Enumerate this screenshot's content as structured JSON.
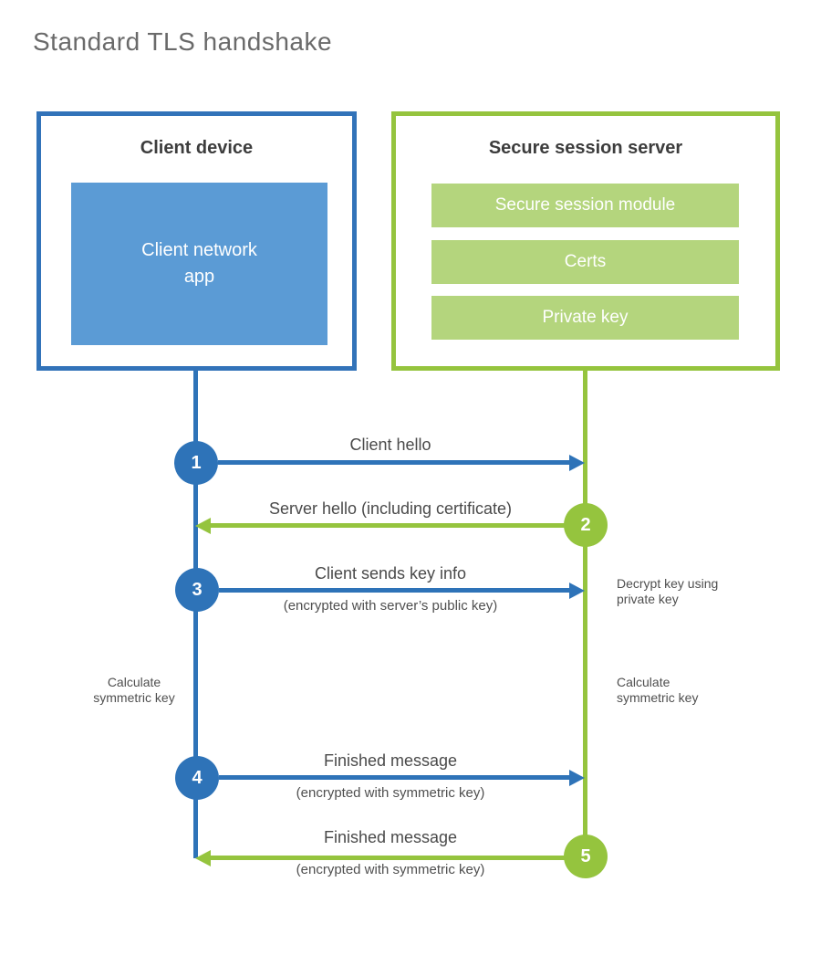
{
  "title": "Standard TLS handshake",
  "colors": {
    "blue_accent": "#2e73b8",
    "blue_fill": "#5b9bd5",
    "green_accent": "#95c43e",
    "green_fill": "#b4d57d",
    "heading_text": "#3d3d3d",
    "label_text": "#4a4a4a",
    "title_text": "#6a6a6a"
  },
  "client": {
    "title": "Client device",
    "app_label": "Client network\napp"
  },
  "server": {
    "title": "Secure session server",
    "modules": [
      "Secure session module",
      "Certs",
      "Private key"
    ]
  },
  "messages": [
    {
      "num": "1",
      "label": "Client hello",
      "sub": "",
      "direction": "right",
      "color": "blue"
    },
    {
      "num": "2",
      "label": "Server hello (including certificate)",
      "sub": "",
      "direction": "left",
      "color": "green"
    },
    {
      "num": "3",
      "label": "Client sends key info",
      "sub": "(encrypted with server’s public key)",
      "direction": "right",
      "color": "blue"
    },
    {
      "num": "4",
      "label": "Finished message",
      "sub": "(encrypted with symmetric key)",
      "direction": "right",
      "color": "blue"
    },
    {
      "num": "5",
      "label": "Finished message",
      "sub": "(encrypted with symmetric key)",
      "direction": "left",
      "color": "green"
    }
  ],
  "side_notes": {
    "decrypt": "Decrypt key using\nprivate key",
    "calc_left": "Calculate\nsymmetric key",
    "calc_right": "Calculate\nsymmetric key"
  }
}
